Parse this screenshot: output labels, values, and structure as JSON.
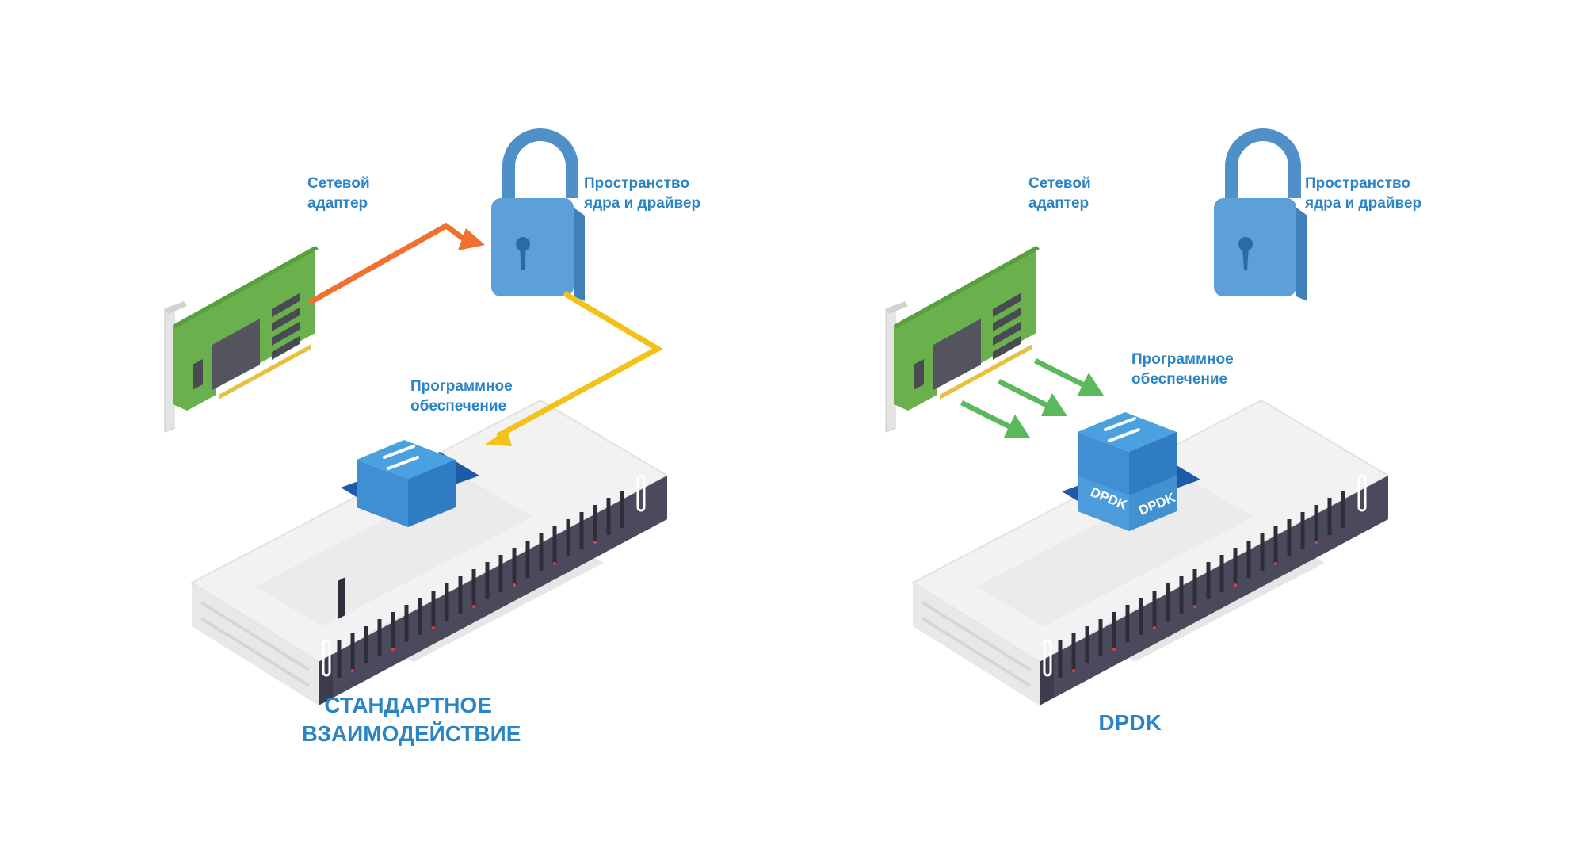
{
  "colors": {
    "label_blue": "#2a84c6",
    "arrow_orange": "#f07030",
    "arrow_yellow": "#f3c219",
    "arrow_green": "#5cb85c",
    "lock_blue": "#5d9fd8",
    "board_green": "#6ab04c",
    "server_front": "#4a4a5c"
  },
  "left": {
    "nic_label": [
      "Сетевой",
      "адаптер"
    ],
    "kernel_label": [
      "Пространство",
      "ядра и драйвер"
    ],
    "software_label": [
      "Программное",
      "обеспечение"
    ],
    "title": [
      "СТАНДАРТНОЕ",
      "ВЗАИМОДЕЙСТВИЕ"
    ]
  },
  "right": {
    "nic_label": [
      "Сетевой",
      "адаптер"
    ],
    "kernel_label": [
      "Пространство",
      "ядра и драйвер"
    ],
    "software_label": [
      "Программное",
      "обеспечение"
    ],
    "dpdk_tag_left": "DPDK",
    "dpdk_tag_right": "DPDK",
    "title": "DPDK"
  },
  "icons": [
    "network-card-icon",
    "lock-icon",
    "server-icon",
    "switch-cube-icon"
  ]
}
